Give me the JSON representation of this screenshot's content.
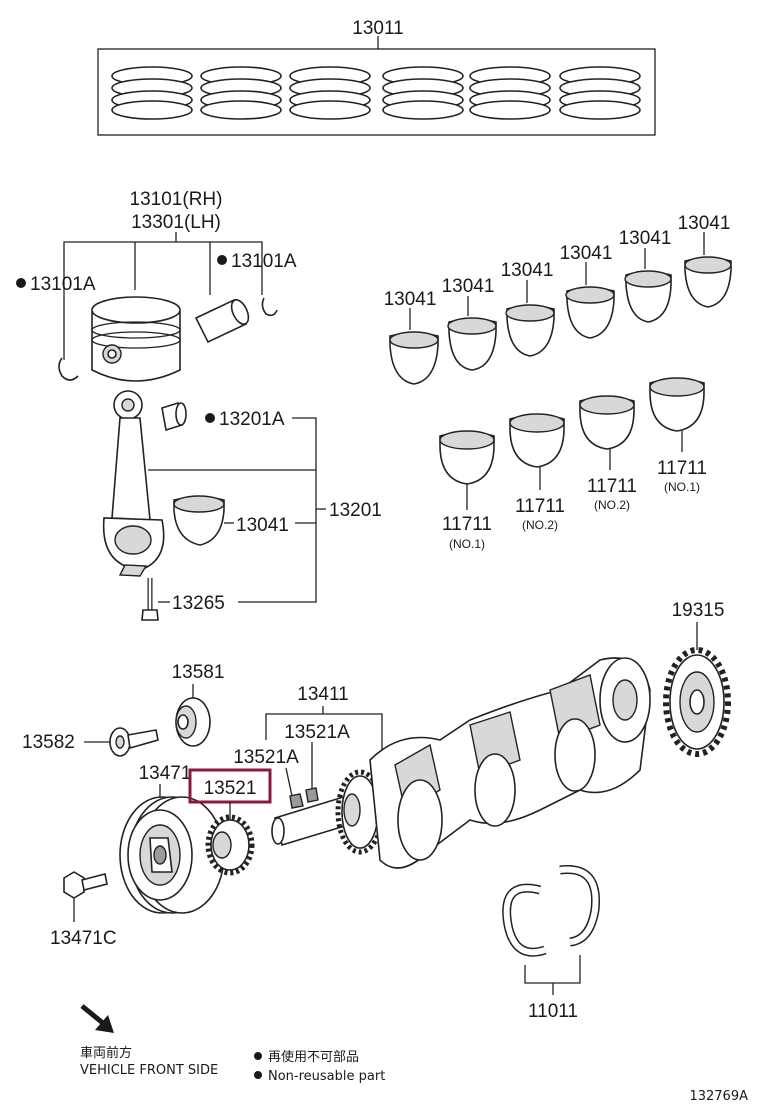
{
  "labels": {
    "ring_set": "13011",
    "piston_rh": "13101(RH)",
    "piston_lh": "13301(LH)",
    "piston_pin_left": "13101A",
    "piston_pin_right": "13101A",
    "bearing_1": "13041",
    "bearing_2": "13041",
    "bearing_3": "13041",
    "bearing_4": "13041",
    "bearing_5": "13041",
    "bearing_6": "13041",
    "rod_bushing": "13201A",
    "rod_bearing": "13041",
    "con_rod": "13201",
    "rod_bolt": "13265",
    "main_1": "11711",
    "main_1_note": "(NO.1)",
    "main_2": "11711",
    "main_2_note": "(NO.2)",
    "main_3": "11711",
    "main_3_note": "(NO.2)",
    "main_4": "11711",
    "main_4_note": "(NO.1)",
    "sprocket": "19315",
    "plate": "13581",
    "bolt_13582": "13582",
    "crankshaft": "13411",
    "key_a1": "13521A",
    "key_a2": "13521A",
    "pulley": "13471",
    "crank_gear": "13521",
    "pulley_bolt": "13471C",
    "thrust_washers": "11011",
    "catalog_id": "132769A"
  },
  "legend": {
    "front_jp": "車両前方",
    "front_en": "VEHICLE FRONT SIDE",
    "nonreuse_jp": "再使用不可部品",
    "nonreuse_en": "Non-reusable part"
  },
  "colors": {
    "highlight": "#8b1a3a",
    "ink": "#1a1a1a"
  },
  "icons": {
    "front_arrow": "arrow-down-right-icon",
    "nonreuse_marker": "filled-dot-icon"
  }
}
